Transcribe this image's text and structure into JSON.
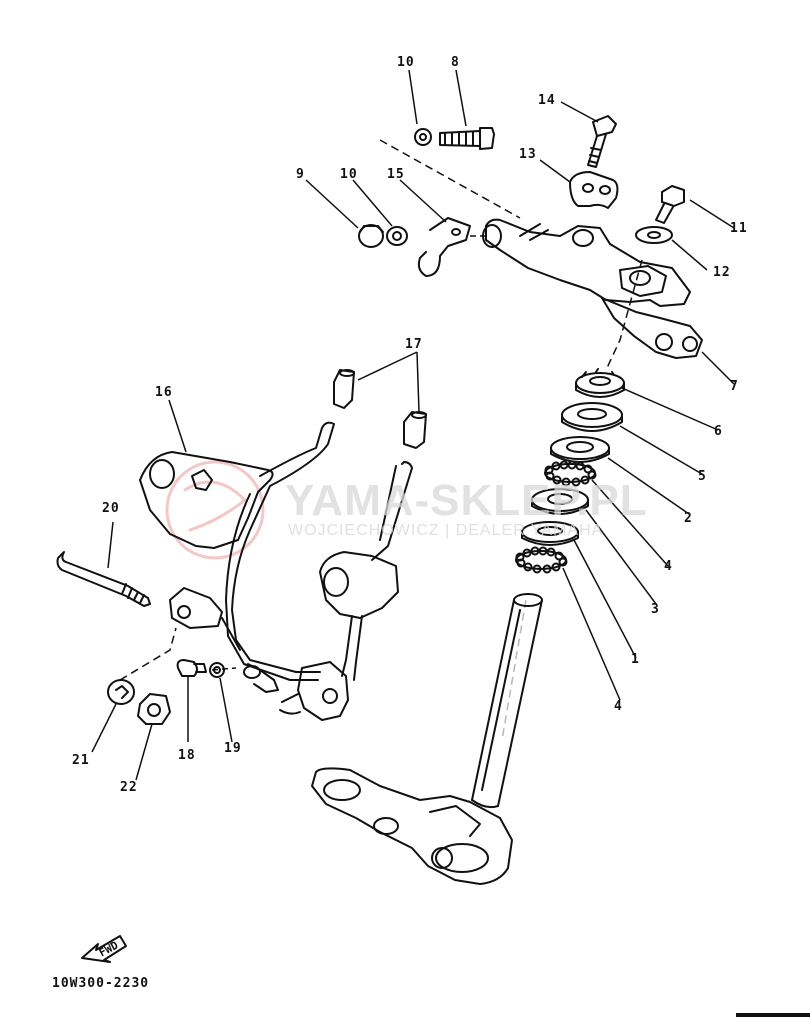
{
  "diagram": {
    "part_code": "10W300-2230",
    "fwd_label": "FWD",
    "watermark": {
      "title": "YAMA-SKLEP.PL",
      "subtitle": "WOJCIECHOWICZ | DEALER YAMAHA"
    },
    "callouts": [
      "10",
      "8",
      "14",
      "13",
      "9",
      "10",
      "15",
      "11",
      "12",
      "7",
      "6",
      "5",
      "2",
      "4",
      "3",
      "1",
      "4",
      "17",
      "16",
      "20",
      "21",
      "22",
      "18",
      "19"
    ]
  },
  "colors": {
    "ink": "#111111",
    "watermark": "#d9d9d9",
    "logo_red": "#e06060",
    "background": "#ffffff"
  }
}
